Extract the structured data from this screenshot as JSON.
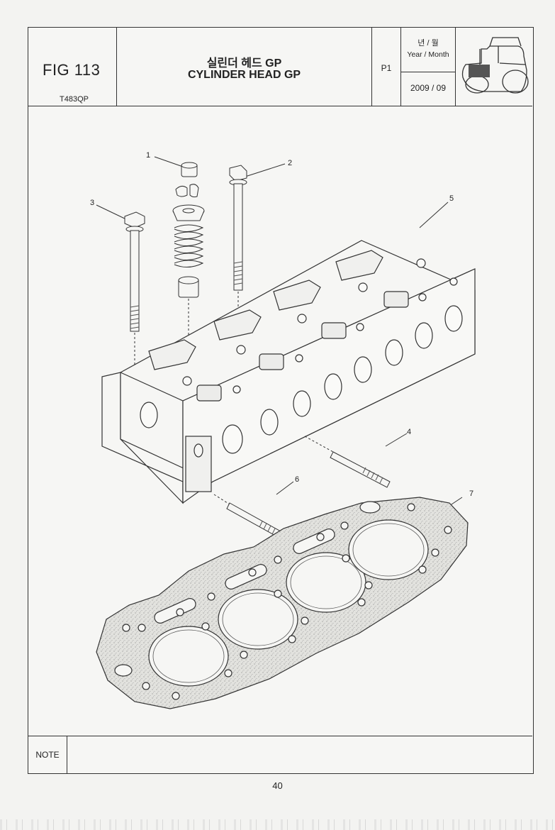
{
  "header": {
    "fig_no": "FIG 113",
    "model": "T483QP",
    "title_kr": "실린더 헤드 GP",
    "title_en": "CYLINDER HEAD GP",
    "page_ref": "P1",
    "date_label_kr": "년 / 월",
    "date_label_en": "Year / Month",
    "date_value": "2009  / 09"
  },
  "callouts": [
    "1",
    "2",
    "3",
    "4",
    "5",
    "6",
    "7"
  ],
  "footer": {
    "note_label": "NOTE",
    "note_text": ""
  },
  "page_number": "40",
  "colors": {
    "line": "#333333",
    "paper": "#f6f6f4",
    "gasket": "#d9d9d5",
    "shade": "#666666"
  }
}
